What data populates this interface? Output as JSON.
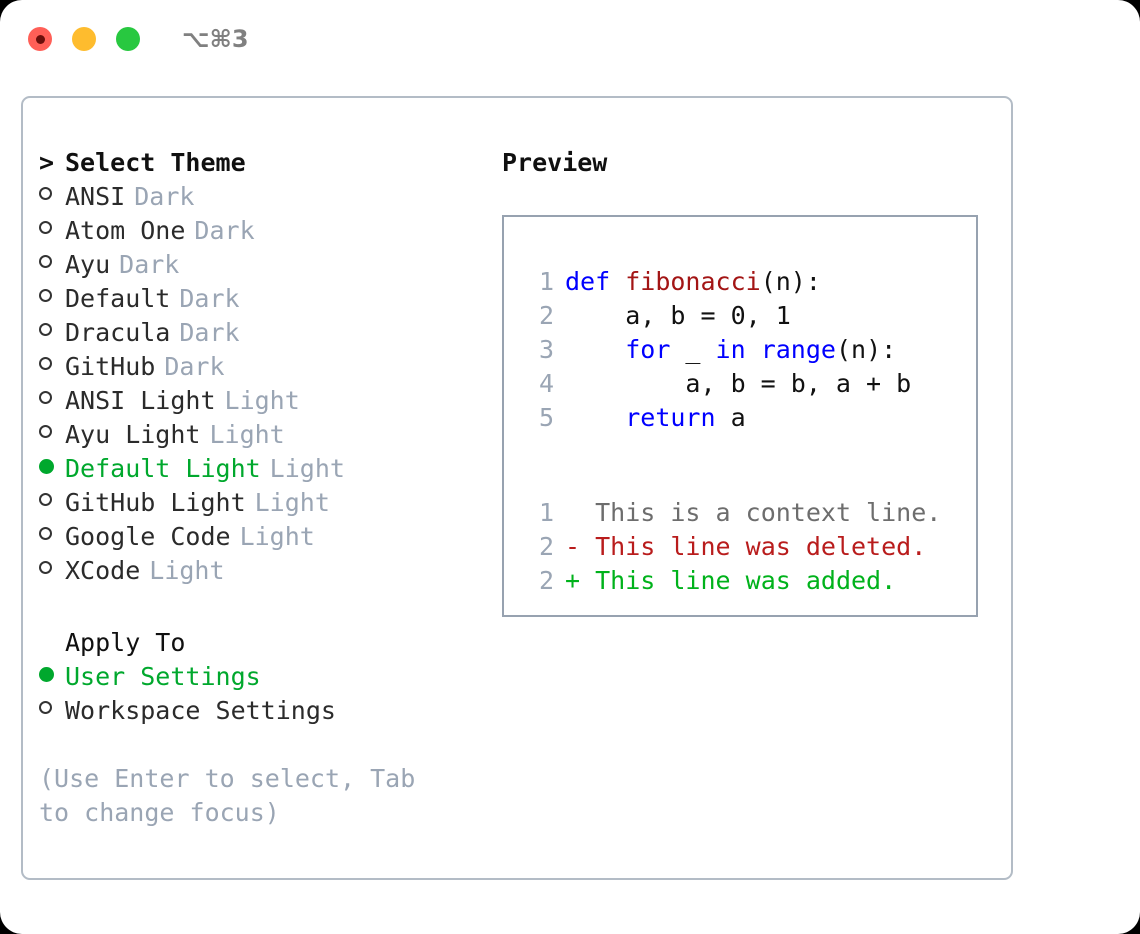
{
  "titlebar": {
    "shortcut": "⌥⌘3",
    "lights": [
      {
        "name": "close",
        "color": "#ff5f57"
      },
      {
        "name": "minimize",
        "color": "#febc2e"
      },
      {
        "name": "maximize",
        "color": "#28c840"
      }
    ]
  },
  "theme_section": {
    "marker": ">",
    "header": "Select Theme",
    "focused": true,
    "items": [
      {
        "bullet": "o",
        "label": "ANSI",
        "category": "Dark",
        "selected": false
      },
      {
        "bullet": "o",
        "label": "Atom One",
        "category": "Dark",
        "selected": false
      },
      {
        "bullet": "o",
        "label": "Ayu",
        "category": "Dark",
        "selected": false
      },
      {
        "bullet": "o",
        "label": "Default",
        "category": "Dark",
        "selected": false
      },
      {
        "bullet": "o",
        "label": "Dracula",
        "category": "Dark",
        "selected": false
      },
      {
        "bullet": "o",
        "label": "GitHub",
        "category": "Dark",
        "selected": false
      },
      {
        "bullet": "o",
        "label": "ANSI Light",
        "category": "Light",
        "selected": false
      },
      {
        "bullet": "o",
        "label": "Ayu Light",
        "category": "Light",
        "selected": false
      },
      {
        "bullet": "●",
        "label": "Default Light",
        "category": "Light",
        "selected": true
      },
      {
        "bullet": "o",
        "label": "GitHub Light",
        "category": "Light",
        "selected": false
      },
      {
        "bullet": "o",
        "label": "Google Code",
        "category": "Light",
        "selected": false
      },
      {
        "bullet": "o",
        "label": "XCode",
        "category": "Light",
        "selected": false
      }
    ]
  },
  "apply_to_section": {
    "header": "Apply To",
    "focused": false,
    "items": [
      {
        "bullet": "●",
        "label": "User Settings",
        "selected": true
      },
      {
        "bullet": "o",
        "label": "Workspace Settings",
        "selected": false
      }
    ]
  },
  "help": "(Use Enter to select, Tab to change focus)",
  "preview": {
    "title": "Preview",
    "code_lines": [
      {
        "no": "1",
        "tokens": [
          {
            "t": "def ",
            "c": "kw"
          },
          {
            "t": "fibonacci",
            "c": "fn"
          },
          {
            "t": "(n):",
            "c": "plain"
          }
        ]
      },
      {
        "no": "2",
        "tokens": [
          {
            "t": "    a, b = 0, 1",
            "c": "plain"
          }
        ]
      },
      {
        "no": "3",
        "tokens": [
          {
            "t": "    ",
            "c": "plain"
          },
          {
            "t": "for",
            "c": "kw"
          },
          {
            "t": " _ ",
            "c": "plain"
          },
          {
            "t": "in",
            "c": "kw"
          },
          {
            "t": " ",
            "c": "plain"
          },
          {
            "t": "range",
            "c": "bi"
          },
          {
            "t": "(n):",
            "c": "plain"
          }
        ]
      },
      {
        "no": "4",
        "tokens": [
          {
            "t": "        a, b = b, a + b",
            "c": "plain"
          }
        ]
      },
      {
        "no": "5",
        "tokens": [
          {
            "t": "    ",
            "c": "plain"
          },
          {
            "t": "return",
            "c": "kw"
          },
          {
            "t": " a",
            "c": "plain"
          }
        ]
      }
    ],
    "diff_lines": [
      {
        "no": "1",
        "sign": " ",
        "text": "This is a context line.",
        "kind": "ctx"
      },
      {
        "no": "2",
        "sign": "-",
        "text": "This line was deleted.",
        "kind": "del"
      },
      {
        "no": "2",
        "sign": "+",
        "text": "This line was added.",
        "kind": "add"
      }
    ]
  },
  "colors": {
    "accent_green": "#00a82d",
    "muted": "#9aa5b4",
    "keyword_blue": "#0000ff",
    "function_red": "#a31515",
    "diff_delete": "#b91c1c",
    "diff_add": "#00b21b",
    "border": "#b3bcc6"
  }
}
